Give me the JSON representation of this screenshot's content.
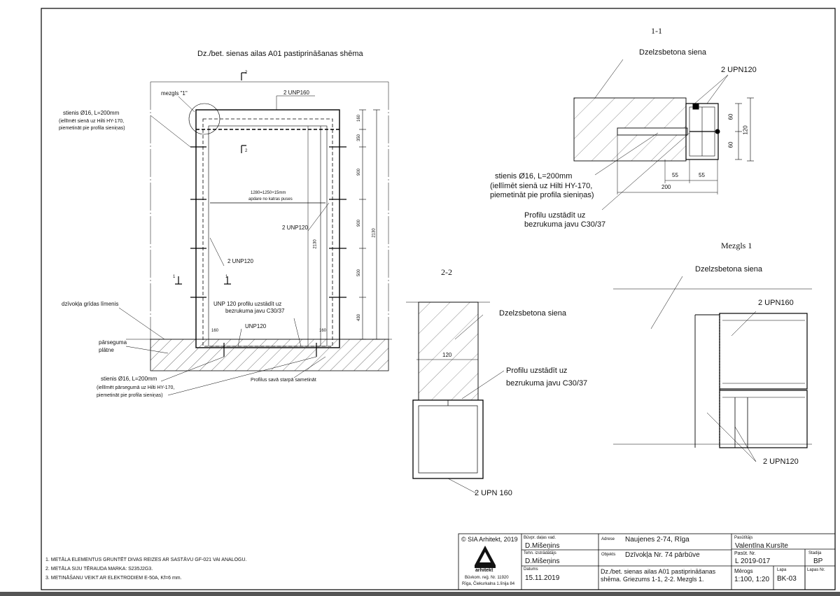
{
  "main_title": "Dz./bet. sienas ailas A01 pastiprināšanas shēma",
  "elevation": {
    "node_label": "mezgls \"1\"",
    "unp160_top": "2 UNP160",
    "rebar_label_line1": "stienis Ø16, L=200mm",
    "rebar_label_line2": "(iellīmēt sienā uz Hilti HY-170,",
    "rebar_label_line3": "piemetināt pie profila sieniņas)",
    "width_note_line1": "1280=1250+15mm",
    "width_note_line2": "apdare no katras puses",
    "unp120_right": "2 UNP120",
    "unp120_left": "2 UNP120",
    "unp120_note_line1": "UNP 120 profilu uzstādīt uz",
    "unp120_note_line2": "bezrukuma javu C30/37",
    "unp120_bottom": "UNP120",
    "floor_level": "dzīvokļa grīdas līmenis",
    "slab_line1": "pārseguma",
    "slab_line2": "plātne",
    "rebar2_line1": "stienis Ø16, L=200mm",
    "rebar2_line2": "(iellīmēt pārsegumā uz Hilti HY-170,",
    "rebar2_line3": "piemetināt pie profila sieniņas)",
    "weld_note": "Profilus savā starpā sametināt",
    "section_mark_2": "2",
    "section_mark_1": "1",
    "dim_160_top": "160",
    "dim_350": "350",
    "dim_900a": "900",
    "dim_900b": "900",
    "dim_500": "500",
    "dim_430": "430",
    "dim_2130": "2130",
    "dim_2130b": "2130",
    "dim_160_bl": "160",
    "dim_160_br": "160"
  },
  "section_1_1": {
    "title": "1-1",
    "wall": "Dzelzsbetona siena",
    "upn": "2 UPN120",
    "dim_60a": "60",
    "dim_60b": "60",
    "dim_120": "120",
    "dim_55a": "55",
    "dim_55b": "55",
    "dim_200": "200",
    "rebar_line1": "stienis Ø16, L=200mm",
    "rebar_line2": "(iellīmēt sienā uz Hilti HY-170,",
    "rebar_line3": "piemetināt pie profila sieniņas)",
    "mortar_line1": "Profilu uzstādīt uz",
    "mortar_line2": "bezrukuma javu C30/37"
  },
  "section_2_2": {
    "title": "2-2",
    "wall": "Dzelzsbetona siena",
    "dim_120": "120",
    "mortar_line1": "Profilu uzstādīt uz",
    "mortar_line2": "bezrukuma javu C30/37",
    "upn": "2 UPN 160"
  },
  "node_1": {
    "title": "Mezgls 1",
    "wall": "Dzelzsbetona siena",
    "upn160": "2 UPN160",
    "upn120": "2 UPN120"
  },
  "notes": [
    "1. METĀLA ELEMENTUS GRUNTĒT DIVAS REIZES  AR SASTĀVU GF-021 VAI ANALOGU.",
    "2. METĀLA SIJU TĒRAUDA MARKA: S235J2G3.",
    "3. METINĀŠANU VEIKT AR ELEKTRODIEM E-50A, Kf=6 mm."
  ],
  "title_block": {
    "company": "© SIA Arhitekt, 2019",
    "logo_text": "arhitekt",
    "reg_line1": "Būvkom. reģ. Nr. 11920",
    "reg_line2": "Rīga, Čiekurkalna 1.līnija 84",
    "h_buvpr": "Būvpr. daļas vad.",
    "v_buvpr": "D.Mišeņins",
    "h_tehn": "Tehn. izstrādātājs",
    "v_tehn": "D.Mišeņins",
    "h_datums": "Datums",
    "v_datums": "15.11.2019",
    "h_adrese": "Adrese",
    "v_adrese": "Naujenes 2-74, Rīga",
    "h_objekts": "Objekts",
    "v_objekts": "Dzīvokļa Nr. 74 pārbūve",
    "v_desc_line1": "Dz./bet. sienas ailas A01 pastiprināšanas",
    "v_desc_line2": "shēma. Griezums 1-1, 2-2. Mezgls 1.",
    "h_pasutitajs": "Pasūtītājs",
    "v_pasutitajs": "Valentīna Kursīte",
    "h_pasut_nr": "Pasūt. Nr.",
    "v_pasut_nr": "L 2019-017",
    "h_stadija": "Stadija",
    "v_stadija": "BP",
    "h_merogs": "Mērogs",
    "v_merogs": "1:100, 1:20",
    "h_lapa": "Lapa",
    "v_lapa": "BK-03",
    "h_lapas_nr": "Lapas Nr."
  }
}
